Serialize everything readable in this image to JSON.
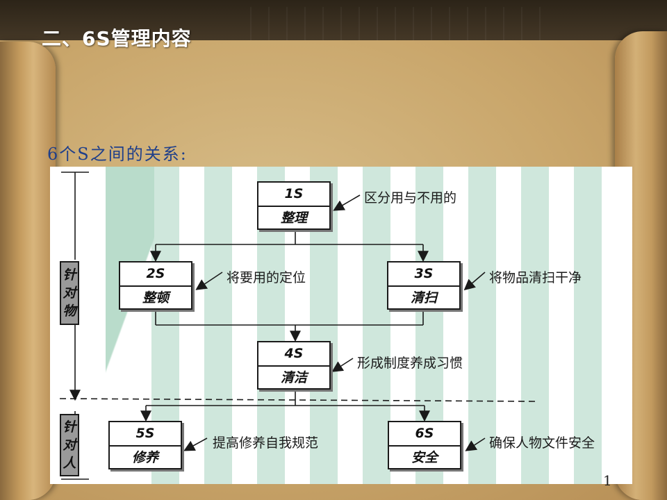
{
  "title": "二、6S管理内容",
  "subtitle": "6个S之间的关系:",
  "page_number": "1",
  "boxes": [
    {
      "code": "1S",
      "name": "整理",
      "note": "区分用与不用的"
    },
    {
      "code": "2S",
      "name": "整顿",
      "note": "将要用的定位"
    },
    {
      "code": "3S",
      "name": "清扫",
      "note": "将物品清扫干净"
    },
    {
      "code": "4S",
      "name": "清洁",
      "note": "形成制度养成习惯"
    },
    {
      "code": "5S",
      "name": "修养",
      "note": "提高修养自我规范"
    },
    {
      "code": "6S",
      "name": "安全",
      "note": "确保人物文件安全"
    }
  ],
  "side_labels": {
    "objects": "针对物",
    "people": "针对人"
  },
  "colors": {
    "title": "#ffffff",
    "subtitle": "#1f3f8a",
    "stripe": "#cfe7dc",
    "side_box": "#9a9a9a"
  }
}
